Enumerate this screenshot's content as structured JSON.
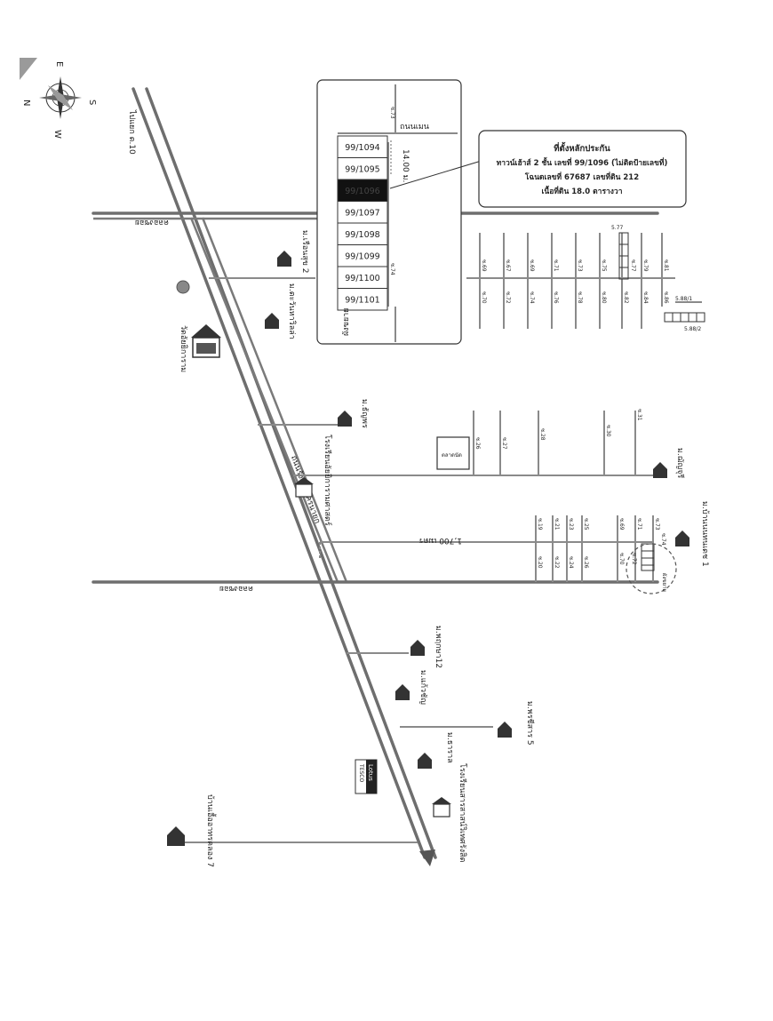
{
  "compass": {
    "n": "N",
    "s": "S",
    "e": "E",
    "w": "W"
  },
  "inset": {
    "road_name": "ถนนเมน",
    "distance": "14.00 ม.",
    "zone_label": "ผังขยาย",
    "soi_top": "ซ.73",
    "soi_mid": "ซ.74",
    "lots": [
      "99/1094",
      "99/1095",
      "99/1096",
      "99/1097",
      "99/1098",
      "99/1099",
      "99/1100",
      "99/1101"
    ],
    "highlight_index": 2
  },
  "callout": {
    "line1": "ที่ตั้งหลักประกัน",
    "line2": "ทาวน์เฮ้าส์ 2 ชั้น เลขที่ 99/1096 (ไม่ติดป้ายเลขที่)",
    "line3": "โฉนดเลขที่ 67687 เลขที่ดิน 212",
    "line4": "เนื้อที่ดิน 18.0 ตารางวา"
  },
  "landmarks": {
    "main_road_top": "ไปแยก ต.10",
    "temple": "วัดอัยยิการาม",
    "village_ruenrung": "ม.เรือนสุข 2",
    "village_tawan": "ม.ตะวันหาวิลล่า",
    "village_thanyaphon": "ม.ธัญพร",
    "village_manjusri": "ม.ฌัญจุรี",
    "school": "โรงเรียนอัยยิการามศาสตร์",
    "village_bannan": "ม.บ้านนนทนเดช 1",
    "zone_small": "ผังขยาย",
    "distance_long": "1,700 เมตร",
    "village_phet": "ม.พฤกษา12",
    "village_kaeo": "ม.แก้วชัญ",
    "village_thanal": "ม.ธาราล",
    "village_phutsa": "ม.พรชีสาร 5",
    "tesco": "TESCO",
    "lotus": "Lotus",
    "school_bottom": "โรงเรียนสารสาสน์วิเทศรังสิต",
    "bottom_left": "บ้านเอื้ออาทรคลอง 7",
    "road_left_top": "คลองซอย",
    "road_left_mid": "คลองซอย",
    "market": "ตลาดนัด",
    "main_road_name": "ถนนรังสิต-นครนายก",
    "lot_codes_bottom": "5.88/2",
    "lot_code_a": "5.77",
    "lot_code_b": "5.88/1"
  },
  "soi_codes": {
    "upper_a": [
      "ซ.69",
      "ซ.67",
      "ซ.69",
      "ซ.71",
      "ซ.73",
      "ซ.75",
      "ซ.77",
      "ซ.79",
      "ซ.81"
    ],
    "upper_b": [
      "ซ.70",
      "ซ.72",
      "ซ.74",
      "ซ.76",
      "ซ.78",
      "ซ.80",
      "ซ.82",
      "ซ.84",
      "ซ.86"
    ],
    "middle": [
      "ซ.26",
      "ซ.27",
      "ซ.28",
      "ซ.30",
      "ซ.31"
    ],
    "lower_a": [
      "ซ.19",
      "ซ.21",
      "ซ.23",
      "ซ.25",
      "ซ.69",
      "ซ.71",
      "ซ.73"
    ],
    "lower_b": [
      "ซ.20",
      "ซ.22",
      "ซ.24",
      "ซ.26",
      "ซ.70",
      "ซ.72",
      "ซ.74"
    ]
  }
}
